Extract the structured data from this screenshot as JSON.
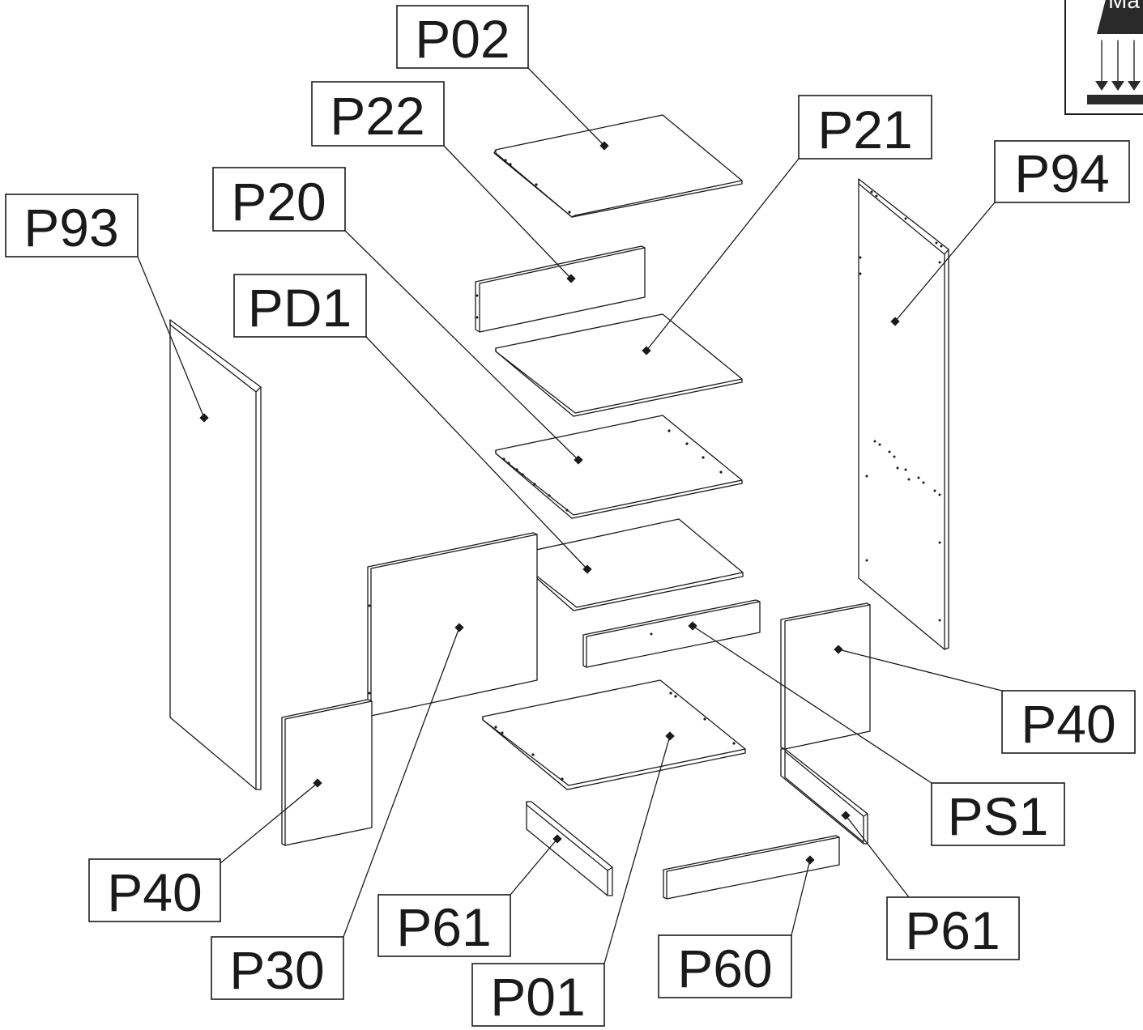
{
  "parts": [
    {
      "id": "p02",
      "label": "P02"
    },
    {
      "id": "p22",
      "label": "P22"
    },
    {
      "id": "p21",
      "label": "P21"
    },
    {
      "id": "p94",
      "label": "P94"
    },
    {
      "id": "p20",
      "label": "P20"
    },
    {
      "id": "p93",
      "label": "P93"
    },
    {
      "id": "pd1",
      "label": "PD1"
    },
    {
      "id": "p40-right",
      "label": "P40"
    },
    {
      "id": "ps1",
      "label": "PS1"
    },
    {
      "id": "p40-left",
      "label": "P40"
    },
    {
      "id": "p61-left",
      "label": "P61"
    },
    {
      "id": "p61-right",
      "label": "P61"
    },
    {
      "id": "p30",
      "label": "P30"
    },
    {
      "id": "p60",
      "label": "P60"
    },
    {
      "id": "p01",
      "label": "P01"
    }
  ],
  "corner_icon": {
    "text": "Ma",
    "icon": "press-down-icon"
  }
}
